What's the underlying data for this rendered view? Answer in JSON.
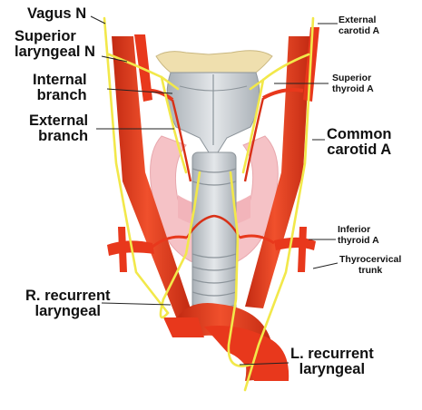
{
  "labels": {
    "vagus": "Vagus N",
    "superior_laryngeal_1": "Superior",
    "superior_laryngeal_2": "laryngeal N",
    "internal_branch_1": "Internal",
    "internal_branch_2": "branch",
    "external_branch_1": "External",
    "external_branch_2": "branch",
    "r_recurrent_1": "R. recurrent",
    "r_recurrent_2": "laryngeal",
    "external_carotid_1": "External",
    "external_carotid_2": "carotid A",
    "superior_thyroid_1": "Superior",
    "superior_thyroid_2": "thyroid A",
    "common_carotid_1": "Common",
    "common_carotid_2": "carotid A",
    "inferior_thyroid_1": "Inferior",
    "inferior_thyroid_2": "thyroid A",
    "thyrocervical_1": "Thyrocervical",
    "thyrocervical_2": "trunk",
    "l_recurrent_1": "L. recurrent",
    "l_recurrent_2": "laryngeal"
  },
  "colors": {
    "artery": "#e8381c",
    "artery_dark": "#c22a12",
    "nerve": "#f2e84a",
    "thyroid": "#f4b8bd",
    "cartilage": "#c9ced3",
    "hyoid": "#efdfae",
    "leader_line": "#222222"
  }
}
